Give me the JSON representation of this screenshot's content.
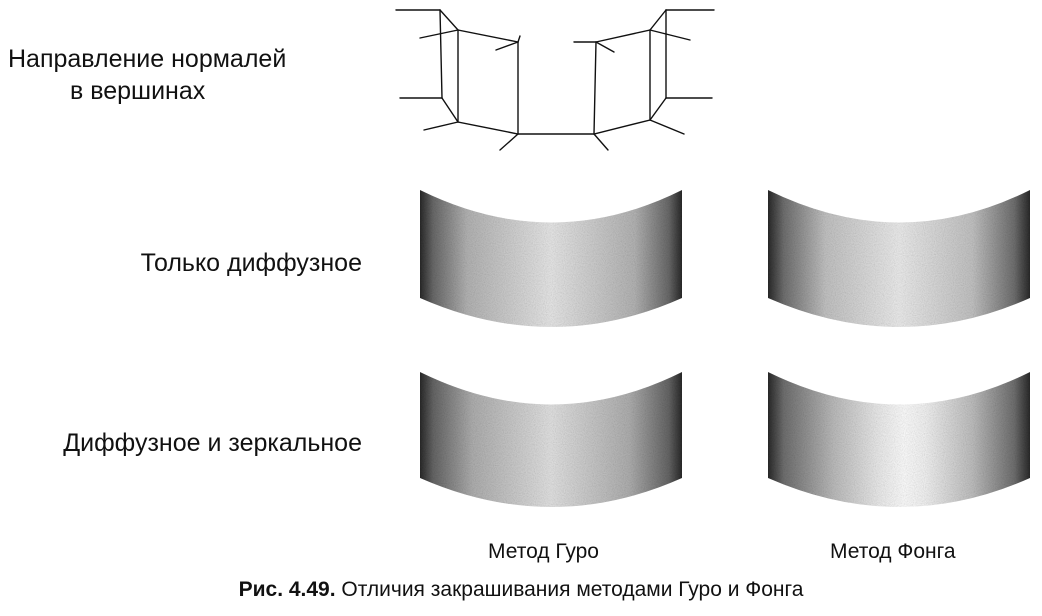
{
  "rows": {
    "normals_line1": "Направление нормалей",
    "normals_line2": "в вершинах",
    "diffuse_only": "Только диффузное",
    "diffuse_specular": "Диффузное и зеркальное"
  },
  "columns": {
    "gouraud": "Метод Гуро",
    "phong": "Метод Фонга"
  },
  "caption": {
    "number": "Рис. 4.49.",
    "text": " Отличия закрашивания методами Гуро и Фонга"
  },
  "colors": {
    "ink": "#111111",
    "shade_dark": "#333333",
    "shade_light": "#f2f2f2"
  }
}
